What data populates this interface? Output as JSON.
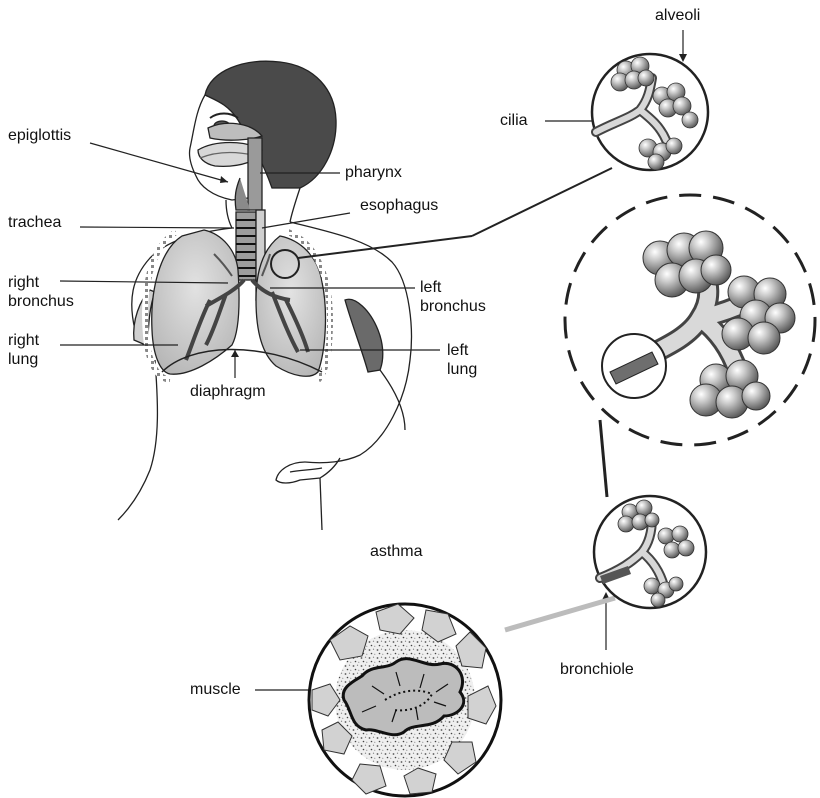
{
  "labels": {
    "alveoli": "alveoli",
    "cilia": "cilia",
    "epiglottis": "epiglottis",
    "pharynx": "pharynx",
    "trachea": "trachea",
    "esophagus": "esophagus",
    "right_bronchus": "right\nbronchus",
    "left_bronchus": "left\nbronchus",
    "right_lung": "right\nlung",
    "left_lung": "left\nlung",
    "diaphragm": "diaphragm",
    "asthma": "asthma",
    "muscle": "muscle",
    "bronchiole": "bronchiole"
  }
}
